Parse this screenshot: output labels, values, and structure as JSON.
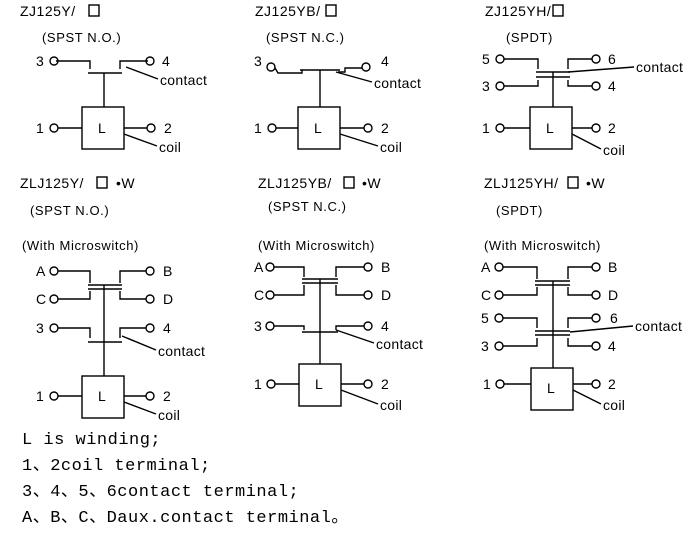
{
  "diagrams": {
    "d1": {
      "title": "ZJ125Y/",
      "subtitle": "(SPST N.O.)",
      "t3": "3",
      "t4": "4",
      "t1": "1",
      "t2": "2",
      "coil_box": "L",
      "contact_label": "contact",
      "coil_label": "coil"
    },
    "d2": {
      "title": "ZJ125YB/",
      "subtitle": "(SPST N.C.)",
      "t3": "3",
      "t4": "4",
      "t1": "1",
      "t2": "2",
      "coil_box": "L",
      "contact_label": "contact",
      "coil_label": "coil"
    },
    "d3": {
      "title": "ZJ125YH/",
      "subtitle": "(SPDT)",
      "t5": "5",
      "t6": "6",
      "t3": "3",
      "t4": "4",
      "t1": "1",
      "t2": "2",
      "coil_box": "L",
      "contact_label": "contact",
      "coil_label": "coil"
    },
    "d4": {
      "title": "ZLJ125Y/",
      "title_suffix": "•W",
      "subtitle": "(SPST N.O.)",
      "subtitle2": "(With Microswitch)",
      "tA": "A",
      "tB": "B",
      "tC": "C",
      "tD": "D",
      "t3": "3",
      "t4": "4",
      "t1": "1",
      "t2": "2",
      "coil_box": "L",
      "contact_label": "contact",
      "coil_label": "coil"
    },
    "d5": {
      "title": "ZLJ125YB/",
      "title_suffix": "•W",
      "subtitle": "(SPST N.C.)",
      "subtitle2": "(With Microswitch)",
      "tA": "A",
      "tB": "B",
      "tC": "C",
      "tD": "D",
      "t3": "3",
      "t4": "4",
      "t1": "1",
      "t2": "2",
      "coil_box": "L",
      "contact_label": "contact",
      "coil_label": "coil"
    },
    "d6": {
      "title": "ZLJ125YH/",
      "title_suffix": "•W",
      "subtitle": "(SPDT)",
      "subtitle2": "(With Microswitch)",
      "tA": "A",
      "tB": "B",
      "tC": "C",
      "tD": "D",
      "t5": "5",
      "t6": "6",
      "t3": "3",
      "t4": "4",
      "t1": "1",
      "t2": "2",
      "coil_box": "L",
      "contact_label": "contact",
      "coil_label": "coil"
    }
  },
  "notes": [
    "L is winding;",
    "1、2coil terminal;",
    "3、4、5、6contact terminal;",
    "A、B、C、Daux.contact terminal。"
  ]
}
